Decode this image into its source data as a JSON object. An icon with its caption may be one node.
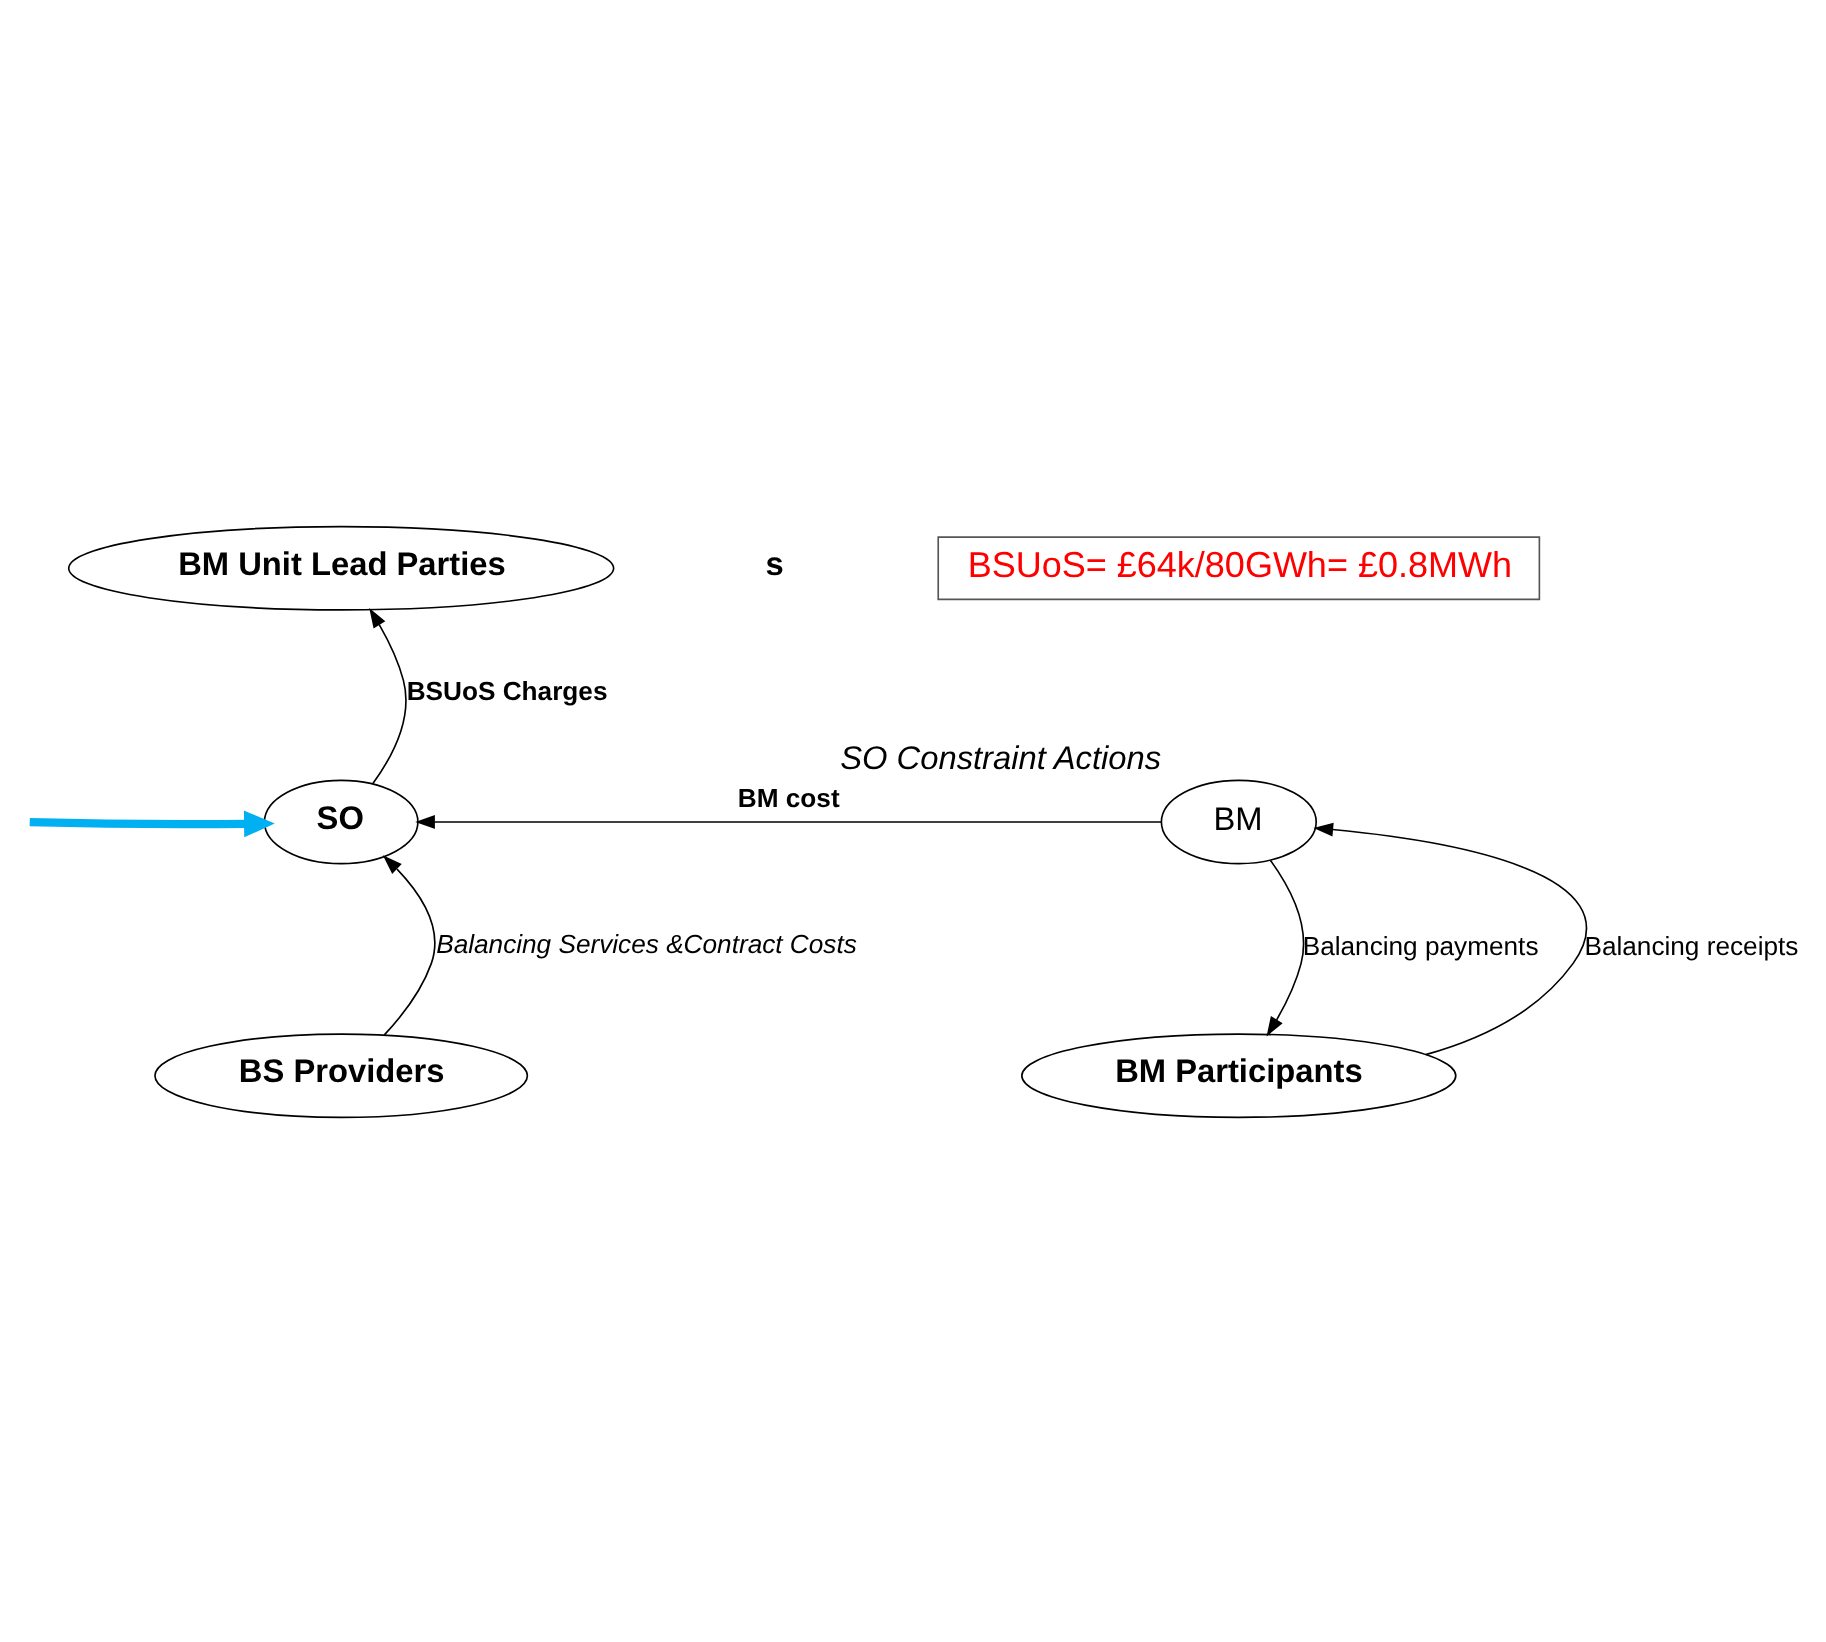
{
  "diagram": {
    "nodes": [
      {
        "text": [
          "BM Unit Lead Parties"
        ]
      },
      {
        "text": [
          "BSUoS= £64k/80GWh= £0.8MWh"
        ]
      },
      {
        "text": [
          "SO"
        ]
      },
      {
        "text": [
          "BM"
        ],
        "beside": [
          "SO Constraint Actions"
        ]
      },
      {
        "text": [
          "BS Providers"
        ]
      },
      {
        "text": [
          "BM Participants"
        ]
      }
    ],
    "edges": [
      {
        "from": 2,
        "to": 0,
        "arrow": "to",
        "label": "BSUoS Charges"
      },
      {
        "from": 3,
        "to": 2,
        "arrow": "to",
        "label": "BM cost"
      },
      {
        "from": 4,
        "to": 2,
        "arrow": "to",
        "label": "Balancing Services &Contract Costs"
      },
      {
        "from": 3,
        "to": 5,
        "arrow": "to",
        "label": "Balancing payments"
      },
      {
        "from": 5,
        "to": 3,
        "arrow": "to",
        "label": "Balancing receipts"
      },
      {
        "from": null,
        "to": 2,
        "arrow": "to",
        "style": "thick",
        "color": "#00b0f0"
      }
    ],
    "labels": [
      "s"
    ]
  }
}
